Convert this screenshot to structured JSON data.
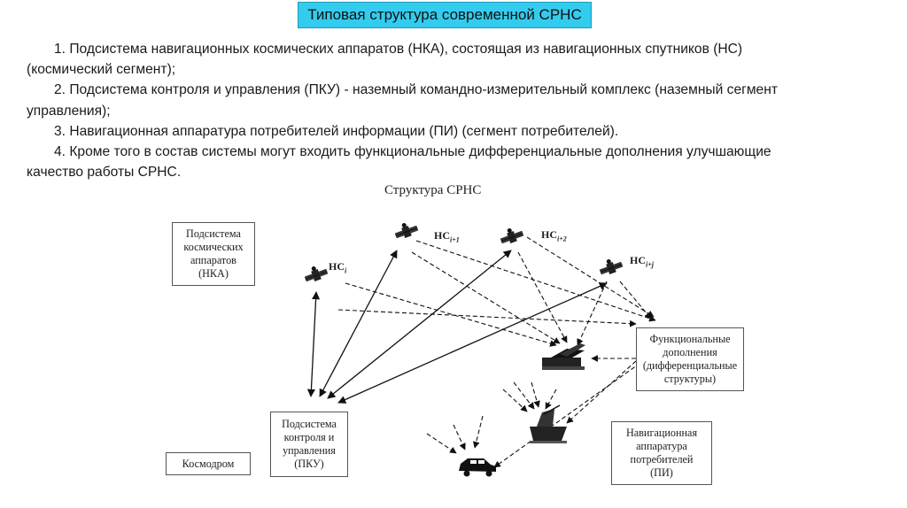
{
  "header": {
    "title": "Типовая структура современной СРНС"
  },
  "list": {
    "item1_a": "1. Подсистема навигационных космических аппаратов (НКА), состоящая из навигационных спутников (НС)",
    "item1_b": "(космический сегмент);",
    "item2_a": "2. Подсистема контроля и управления (ПКУ) - наземный командно-измерительный комплекс (наземный сегмент",
    "item2_b": "управления);",
    "item3": "3. Навигационная аппаратура потребителей информации (ПИ) (сегмент потребителей).",
    "item4_a": "4. Кроме того в состав системы могут входить функциональные дифференциальные дополнения улучшающие",
    "item4_b": "качество работы СРНС."
  },
  "diagram": {
    "title": "Структура СРНС",
    "nka_box": [
      "Подсистема",
      "космических",
      "аппаратов",
      "(НКА)"
    ],
    "functional_box": [
      "Функциональные",
      "дополнения",
      "(дифференциальные",
      "структуры)"
    ],
    "pku_box": [
      "Подсистема",
      "контроля и",
      "управления",
      "(ПКУ)"
    ],
    "cosmodrome_box": "Космодром",
    "users_box": [
      "Навигационная",
      "аппаратура",
      "потребителей",
      "(ПИ)"
    ],
    "satellites": [
      {
        "label": "НС",
        "sub": "i"
      },
      {
        "label": "НС",
        "sub": "i+1"
      },
      {
        "label": "НС",
        "sub": "i+2"
      },
      {
        "label": "НС",
        "sub": "i+j"
      }
    ],
    "icons": [
      "satellite-icon",
      "airplane-icon",
      "ship-icon",
      "car-icon"
    ]
  }
}
